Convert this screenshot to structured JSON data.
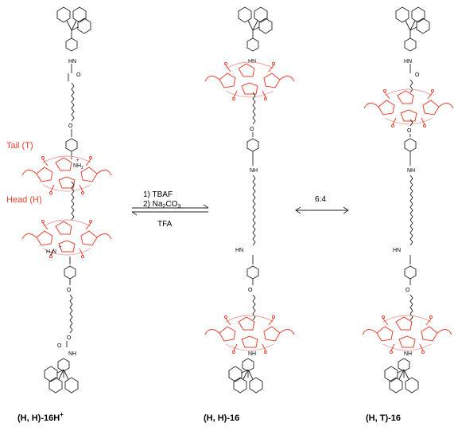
{
  "labels": {
    "compound_1": "(H, H)-16H",
    "compound_1_sup": "+",
    "compound_2": "(H, H)-16",
    "compound_3": "(H, T)-16",
    "tail_label": "Tail (T)",
    "head_label": "Head (H)"
  },
  "reaction_1": {
    "step_1": "1) TBAF",
    "step_2_prefix": "2) Na",
    "step_2_sub1": "2",
    "step_2_mid": "CO",
    "step_2_sub2": "3",
    "reverse": "TFA"
  },
  "equilibrium_2": {
    "ratio": "6:4"
  },
  "atoms": {
    "nh": "NH",
    "hn": "HN",
    "o": "O",
    "nh2": "NH",
    "nh2_sub": "2",
    "h2n_prefix": "H",
    "h2n_sub": "2",
    "h2n_suffix": "N",
    "plus": "+"
  },
  "colors": {
    "macrocycle": "#e8422f",
    "skeleton": "#222222",
    "text": "#000000"
  }
}
